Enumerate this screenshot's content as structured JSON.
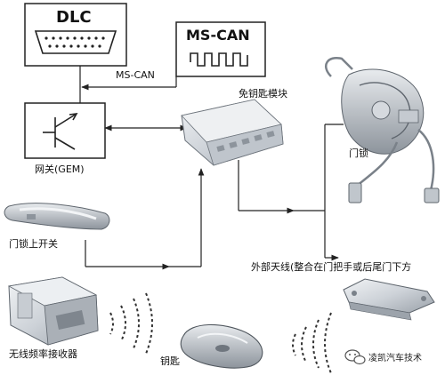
{
  "boxes": {
    "dlc": {
      "title": "DLC"
    },
    "mscan": {
      "title": "MS-CAN"
    }
  },
  "labels": {
    "bus": "MS-CAN",
    "keyless_module": "免钥匙模块",
    "gateway": "网关(GEM)",
    "door_lock": "门锁",
    "door_handle_switch": "门锁上开关",
    "external_antenna": "外部天线(整合在门把手或后尾门下方",
    "rf_receiver": "无线频率接收器",
    "key_fob": "钥匙"
  },
  "watermark": {
    "text": "凌凯汽车技术",
    "icon": "wechat-icon"
  },
  "colors": {
    "line": "#222222",
    "device_fill": "#d9dde2",
    "device_stroke": "#6d747c"
  }
}
